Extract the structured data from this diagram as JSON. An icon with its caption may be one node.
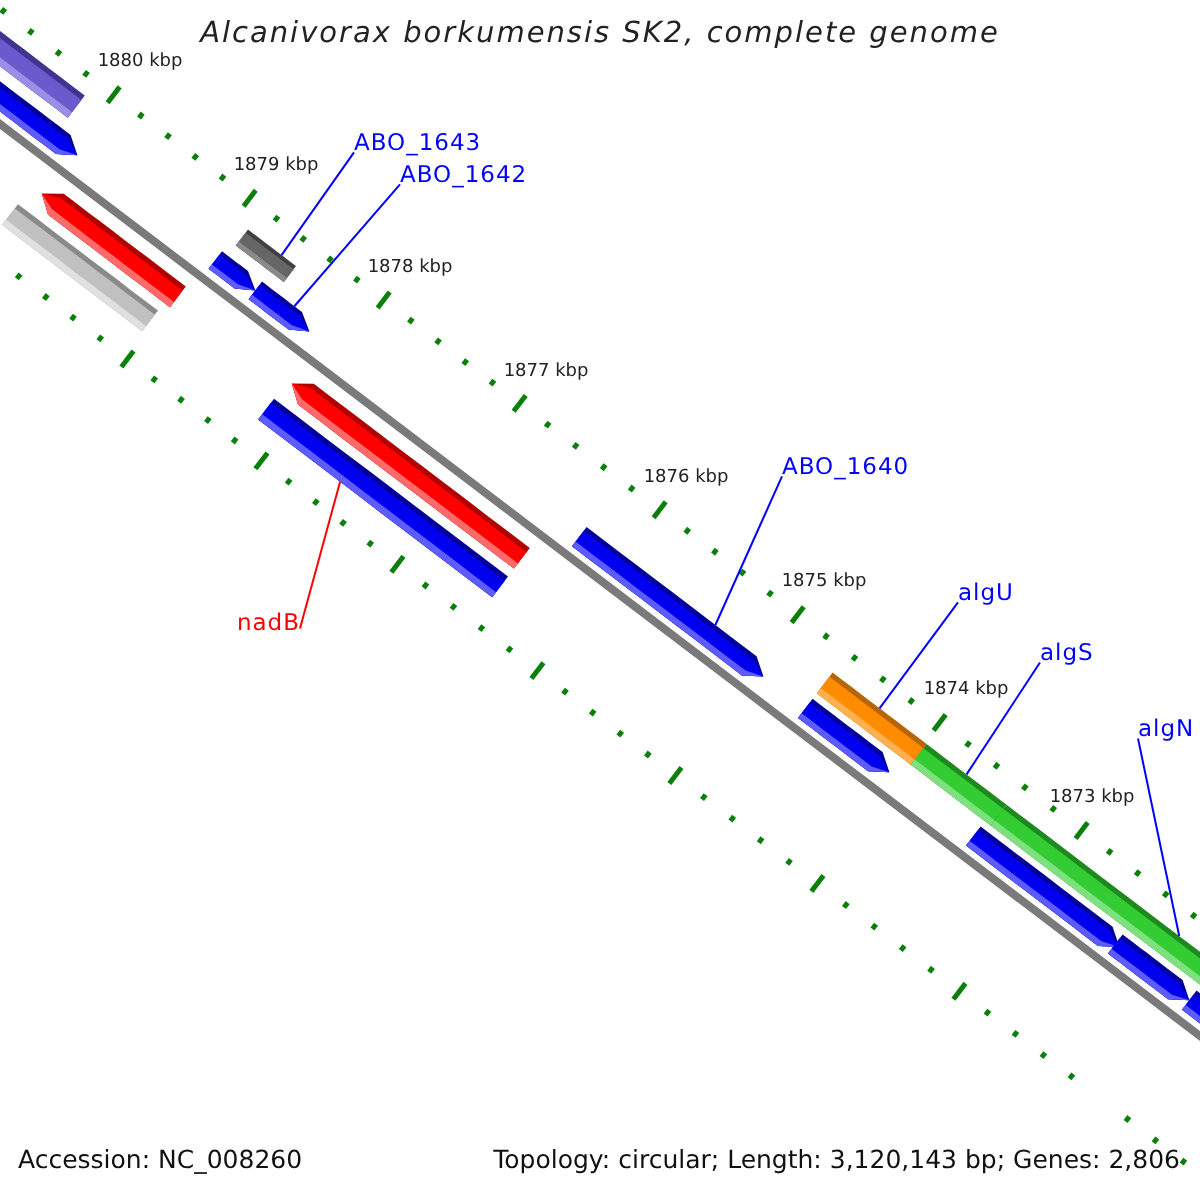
{
  "diagram": {
    "title": "Alcanivorax borkumensis SK2, complete genome",
    "nodes": [
      {
        "text": [
          "ABO_1643"
        ]
      },
      {
        "text": [],
        "shape": "bar"
      },
      {
        "text": [
          "ABO_1642"
        ]
      },
      {
        "text": [],
        "shape": "bar"
      },
      {
        "text": [
          "nadB"
        ]
      },
      {
        "text": [],
        "shape": "bar"
      },
      {
        "text": [
          "ABO_1640"
        ]
      },
      {
        "text": [],
        "shape": "bar"
      },
      {
        "text": [
          "algU"
        ]
      },
      {
        "text": [],
        "shape": "bar"
      },
      {
        "text": [
          "algS"
        ]
      },
      {
        "text": [],
        "shape": "bar"
      },
      {
        "text": [
          "algN"
        ]
      },
      {
        "text": [],
        "shape": "bar"
      }
    ],
    "edges": [
      {
        "from": 0,
        "to": 1,
        "arrow": "none"
      },
      {
        "from": 2,
        "to": 3,
        "arrow": "none"
      },
      {
        "from": 4,
        "to": 5,
        "arrow": "none",
        "color": "#ff0000"
      },
      {
        "from": 6,
        "to": 7,
        "arrow": "none"
      },
      {
        "from": 8,
        "to": 9,
        "arrow": "none"
      },
      {
        "from": 10,
        "to": 11,
        "arrow": "none"
      },
      {
        "from": 12,
        "to": 13,
        "arrow": "none"
      }
    ],
    "labels": [
      "1880 kbp",
      "1879 kbp",
      "1878 kbp",
      "1877 kbp",
      "1876 kbp",
      "1875 kbp",
      "1874 kbp",
      "1873 kbp",
      "Accession: NC_008260",
      "Topology: circular; Length: 3,120,143 bp; Genes: 2,806"
    ]
  }
}
